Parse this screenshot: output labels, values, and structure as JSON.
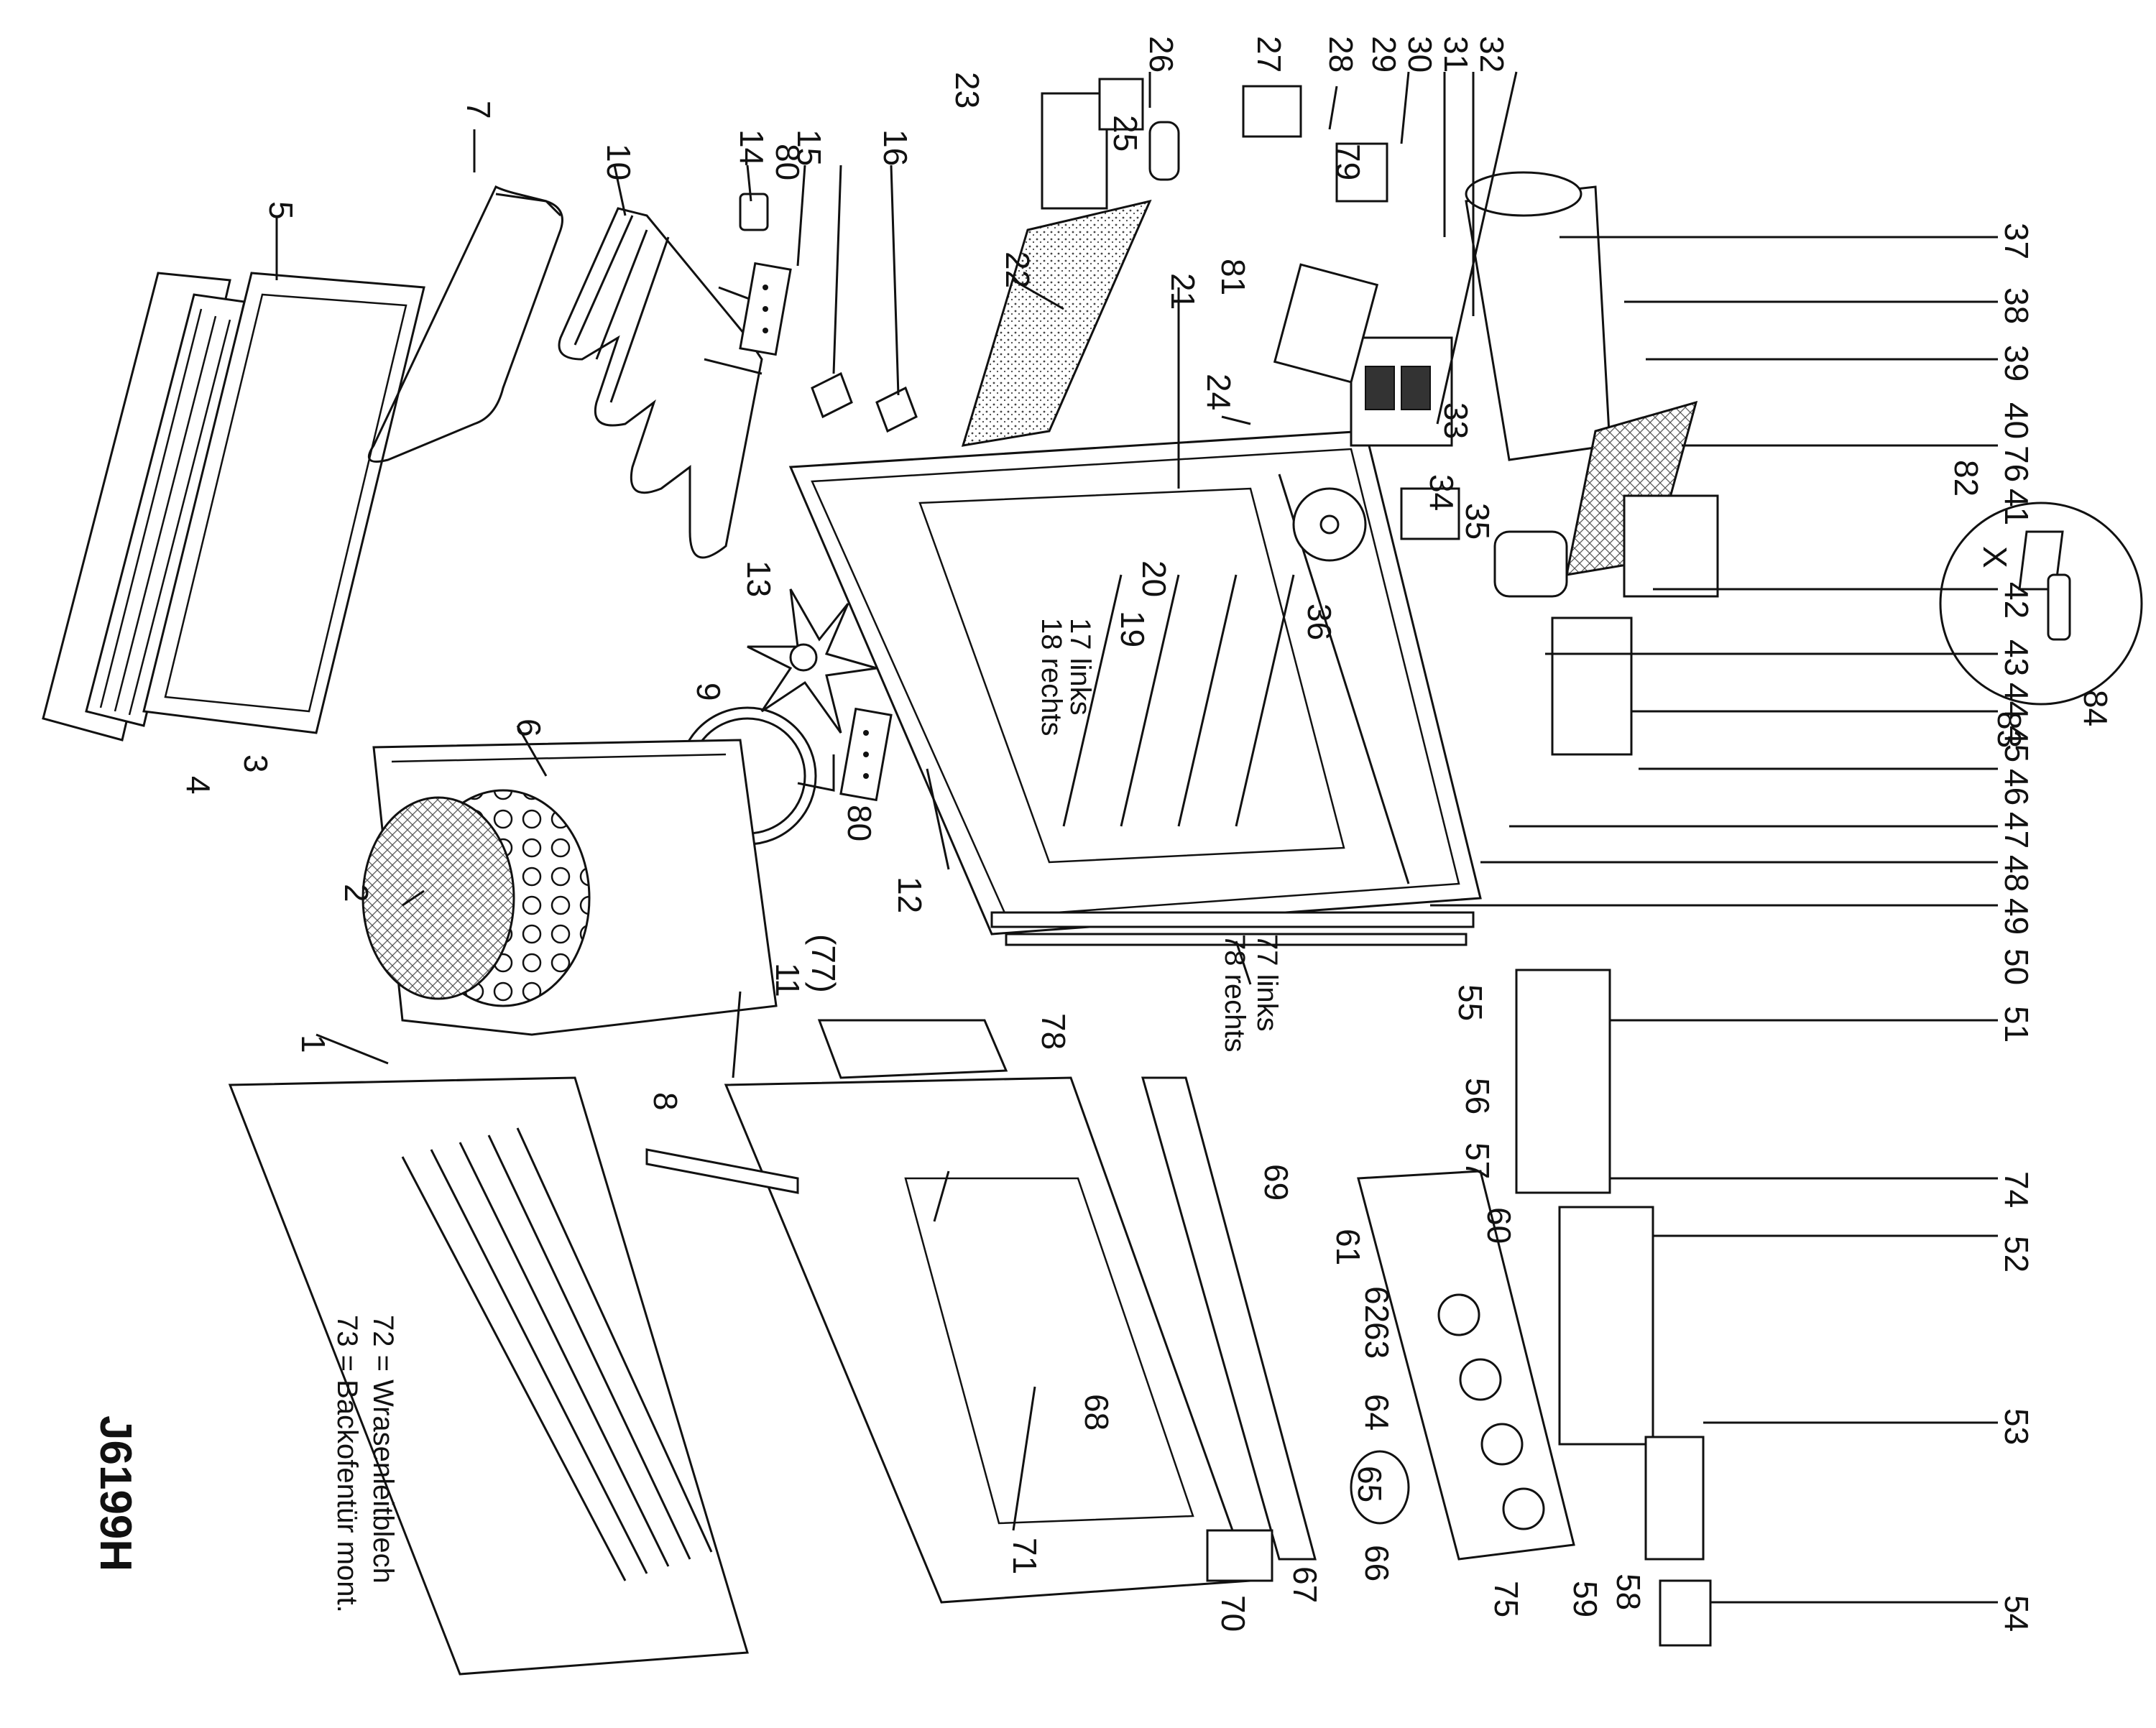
{
  "title": "J6199H",
  "legend": [
    "72 = Wrasenleitblech",
    "73 = Backofentür mont."
  ],
  "side_notes": {
    "rails_17_18": [
      "17 links",
      "18 rechts"
    ],
    "rails_77_78": [
      "77 links",
      "78 rechts"
    ],
    "detail_mark": "X",
    "label_77_paren": "(77)"
  },
  "parts": {
    "p1": "1",
    "p2": "2",
    "p3": "3",
    "p4": "4",
    "p5": "5",
    "p6": "6",
    "p7": "7",
    "p8": "8",
    "p9": "9",
    "p10": "10",
    "p11": "11",
    "p12": "12",
    "p13": "13",
    "p14": "14",
    "p15": "15",
    "p16": "16",
    "p19": "19",
    "p20": "20",
    "p21": "21",
    "p22": "22",
    "p23": "23",
    "p24": "24",
    "p25": "25",
    "p26": "26",
    "p27": "27",
    "p28": "28",
    "p29": "29",
    "p30": "30",
    "p31": "31",
    "p32": "32",
    "p33": "33",
    "p34": "34",
    "p35": "35",
    "p36": "36",
    "p37": "37",
    "p38": "38",
    "p39": "39",
    "p40": "40",
    "p76": "76",
    "p41": "41",
    "p42": "42",
    "p43": "43",
    "p44": "44",
    "p45": "45",
    "p46": "46",
    "p47": "47",
    "p48": "48",
    "p49": "49",
    "p50": "50",
    "p51": "51",
    "p52": "52",
    "p53": "53",
    "p54": "54",
    "p55": "55",
    "p56": "56",
    "p57": "57",
    "p58": "58",
    "p59": "59",
    "p60": "60",
    "p61": "61",
    "p62": "62",
    "p63": "63",
    "p64": "64",
    "p65": "65",
    "p66": "66",
    "p67": "67",
    "p68": "68",
    "p69": "69",
    "p70": "70",
    "p71": "71",
    "p74": "74",
    "p75": "75",
    "p78": "78",
    "p79": "79",
    "p80a": "80",
    "p80b": "80",
    "p81": "81",
    "p82": "82",
    "p83": "83",
    "p84": "84"
  }
}
